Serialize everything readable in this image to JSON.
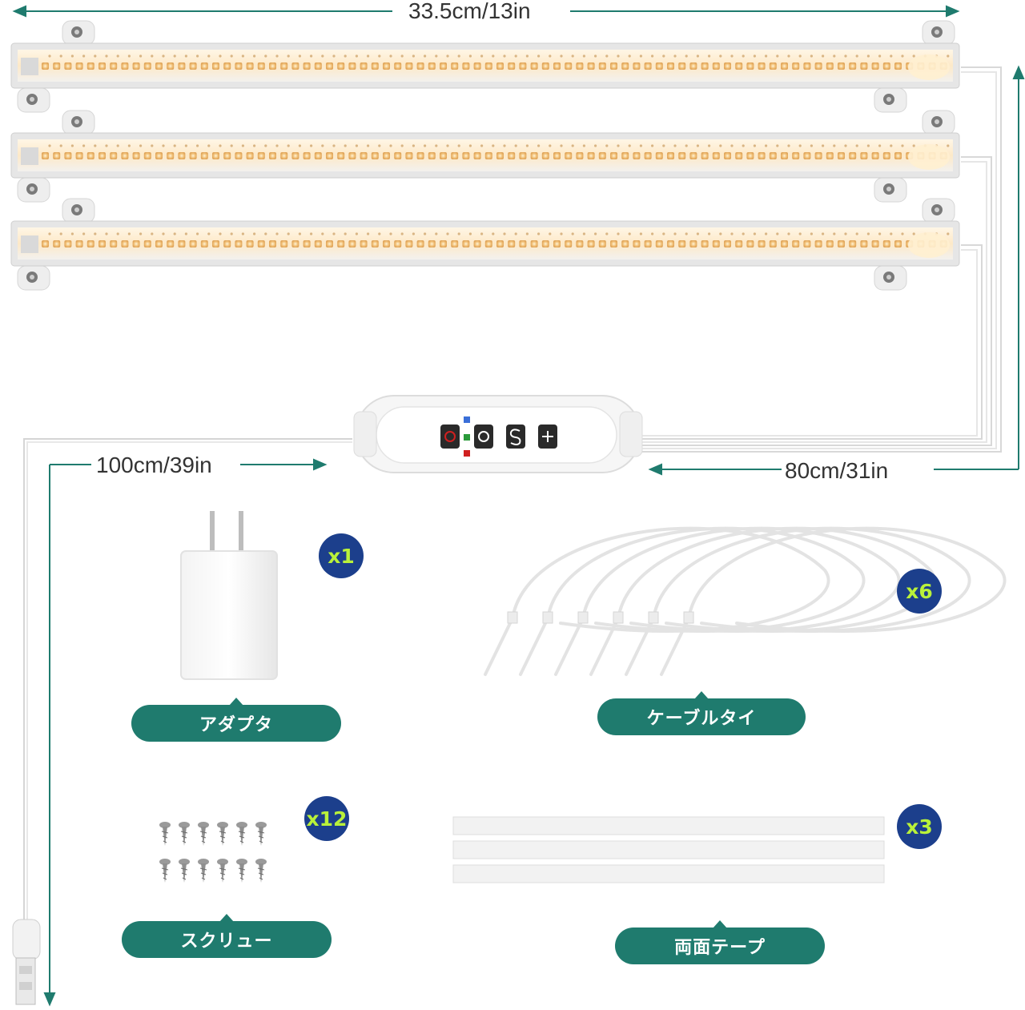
{
  "dimensions": {
    "bar_length": "33.5cm/13in",
    "usb_cable": "100cm/39in",
    "controller_cable": "80cm/31in"
  },
  "items": [
    {
      "label": "アダプタ",
      "count": "x1",
      "icon": "adapter-icon"
    },
    {
      "label": "ケーブルタイ",
      "count": "x6",
      "icon": "cable-tie-icon"
    },
    {
      "label": "スクリュー",
      "count": "x12",
      "icon": "screw-icon"
    },
    {
      "label": "両面テープ",
      "count": "x3",
      "icon": "tape-icon"
    }
  ],
  "controller": {
    "buttons": [
      "power-button",
      "timer-button",
      "mode-button",
      "brightness-button"
    ],
    "indicator_colors": [
      "#3a6fd8",
      "#2a9a3a",
      "#d02020"
    ]
  },
  "colors": {
    "accent": "#1f7b6e",
    "badge_bg": "#1c3f8c",
    "badge_text": "#b9f13a",
    "led": "#f2c27a"
  }
}
